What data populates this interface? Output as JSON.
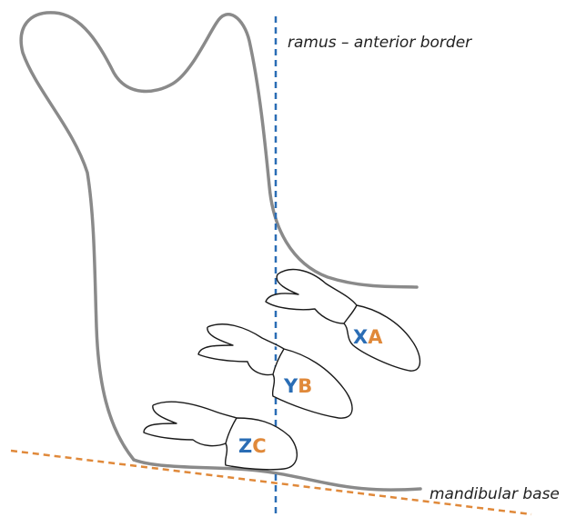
{
  "labels": {
    "ramus": "ramus – anterior border",
    "base": "mandibular base"
  },
  "teeth": [
    {
      "left": "X",
      "right": "A"
    },
    {
      "left": "Y",
      "right": "B"
    },
    {
      "left": "Z",
      "right": "C"
    }
  ],
  "colors": {
    "outline": "#8a8a8a",
    "blue": "#2a6db5",
    "orange": "#e0893a",
    "tooth_stroke": "#1a1a1a"
  }
}
